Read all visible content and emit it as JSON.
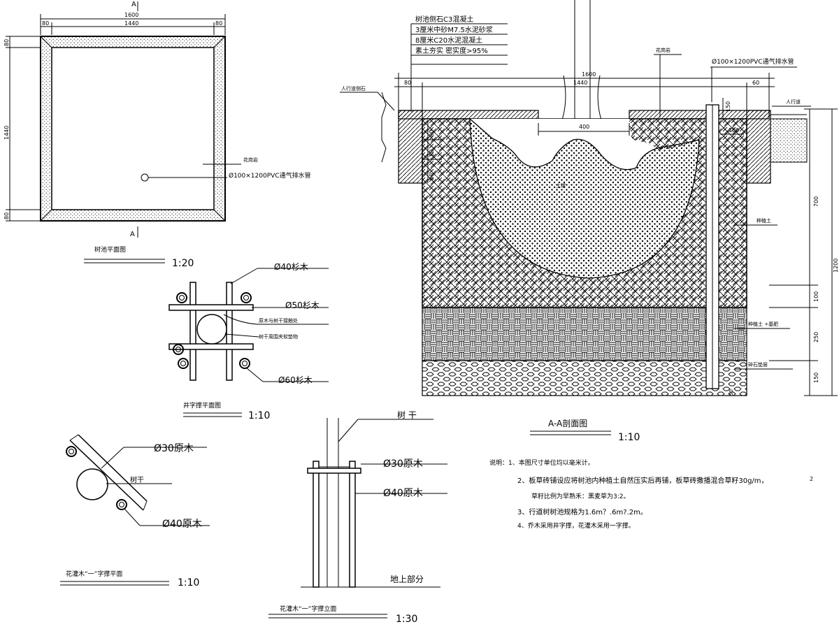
{
  "plan": {
    "section_mark_top": "A",
    "section_mark_bottom": "A",
    "dim_total": "1600",
    "dim_left": "80",
    "dim_inner": "1440",
    "dim_right": "80",
    "dim_v_top": "80",
    "dim_v_inner": "1440",
    "dim_v_bottom": "80",
    "label_edge": "花岗岩",
    "label_pipe": "Ø100×1200PVC通气排水管",
    "title": "树池平面图",
    "scale": "1:20"
  },
  "brace": {
    "label_d40": "Ø40杉木",
    "label_d50": "Ø50杉木",
    "label_nail": "原木与树干接触处",
    "label_pad": "树干周围夹软垫物",
    "label_d60": "Ø60杉木",
    "title": "井字撑平面图",
    "scale": "1:10"
  },
  "section": {
    "notes": [
      "树池侧石C3混凝土",
      "3厘米中砂M7.5水泥砂浆",
      "8厘米C20水泥混凝土",
      "素土夯实 密实度>95%"
    ],
    "label_granite": "花岗岩",
    "label_pipe": "Ø100×1200PVC通气排水管",
    "label_curb": "人行道侧石",
    "label_walk": "人行道",
    "dim_total": "1600",
    "dim_left": "80",
    "dim_inner": "1440",
    "dim_right": "60",
    "dim_trunk": "400",
    "dim_pipe": "100",
    "dim_pipe_top": "150",
    "dim_l1": "80",
    "dim_l2": "80",
    "dim_l3": "80",
    "label_rootball": "土球",
    "label_plantsoil": "种植土",
    "label_mix": "种植土 +基肥",
    "label_gravel": "碎石垫层",
    "dim_r_700": "700",
    "dim_r_100": "100",
    "dim_r_250": "250",
    "dim_r_150": "150",
    "dim_r_1200": "1200",
    "dim_bottom": "50",
    "title": "A-A剖面图",
    "scale": "1:10"
  },
  "single": {
    "label_d30": "Ø30原木",
    "label_trunk": "树干",
    "label_d40": "Ø40原木",
    "title": "花灌木“一”字撑平面",
    "scale": "1:10"
  },
  "elev": {
    "label_trunk": "树 干",
    "label_d30": "Ø30原木",
    "label_d40": "Ø40原木",
    "label_ground": "地上部分",
    "title": "花灌木“一”字撑立面",
    "scale": "1:30"
  },
  "notes": {
    "n1": "说明：1、本图尺寸单位均以毫米计。",
    "n2a": "2、板草砖铺设应将树池内种植土自然压实后再铺，板草砖撒播混合草籽30g/m，",
    "n2b": "草籽比例为早熟禾：黑麦草为3:2。",
    "n3": "3、行道树树池规格为1.6m？.6m?.2m。",
    "n4": "4、乔木采用井字撑，花灌木采用一字撑。",
    "side_mark": "2"
  }
}
